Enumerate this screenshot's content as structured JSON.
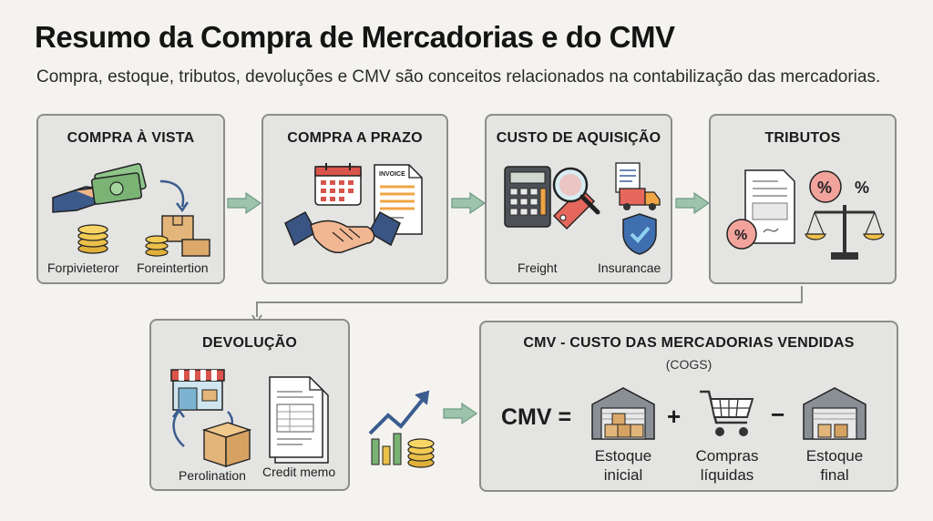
{
  "header": {
    "title": "Resumo da Compra de Mercadorias e do CMV",
    "subtitle": "Compra, estoque, tributos, devoluções e CMV são conceitos relacionados na contabilização das mercadorias."
  },
  "cards": {
    "compra_vista": {
      "title": "COMPRA À VISTA",
      "captions": [
        "Forpivieteror",
        "Foreintertion"
      ],
      "icons": [
        "cash-hand-icon",
        "coins-icon",
        "boxes-icon"
      ]
    },
    "compra_prazo": {
      "title": "COMPRA A PRAZO",
      "invoice_label": "INVOICE",
      "icons": [
        "calendar-icon",
        "invoice-icon",
        "handshake-icon"
      ]
    },
    "custo_aquisicao": {
      "title": "CUSTO DE AQUISIÇÃO",
      "captions": [
        "Freight",
        "Insurancae"
      ],
      "icons": [
        "calculator-icon",
        "magnifier-tag-icon",
        "truck-icon",
        "shield-check-icon"
      ]
    },
    "tributos": {
      "title": "TRIBUTOS",
      "percent": "%",
      "icons": [
        "tax-document-icon",
        "percent-icon",
        "scale-icon"
      ]
    },
    "devolucao": {
      "title": "DEVOLUÇÃO",
      "captions": [
        "Perolination",
        "Credit memo"
      ],
      "icons": [
        "store-icon",
        "return-box-icon",
        "credit-memo-icon"
      ]
    },
    "cmv": {
      "title": "CMV - CUSTO DAS MERCADORIAS VENDIDAS",
      "subtitle": "(COGS)",
      "lhs": "CMV =",
      "plus": "+",
      "minus": "−",
      "terms": [
        {
          "line1": "Estoque",
          "line2": "inicial",
          "icon": "warehouse-icon"
        },
        {
          "line1": "Compras",
          "line2": "líquidas",
          "icon": "cart-icon"
        },
        {
          "line1": "Estoque",
          "line2": "final",
          "icon": "warehouse-icon"
        }
      ]
    }
  },
  "colors": {
    "card_bg": "#e4e4e2",
    "card_border": "#8c8c8c",
    "arrow": "#7fa892",
    "connector": "#8c8c8c"
  }
}
